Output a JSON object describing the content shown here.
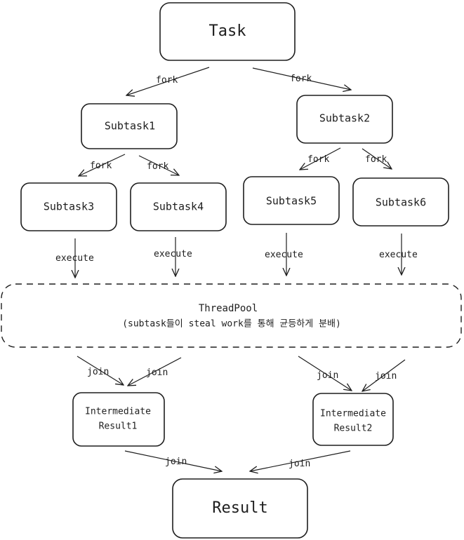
{
  "nodes": {
    "task": "Task",
    "subtask1": "Subtask1",
    "subtask2": "Subtask2",
    "subtask3": "Subtask3",
    "subtask4": "Subtask4",
    "subtask5": "Subtask5",
    "subtask6": "Subtask6",
    "threadpool_title": "ThreadPool",
    "threadpool_desc": "(subtask들이 steal work를 통해 균등하게 분배)",
    "intermediate1_line1": "Intermediate",
    "intermediate1_line2": "Result1",
    "intermediate2_line1": "Intermediate",
    "intermediate2_line2": "Result2",
    "result": "Result"
  },
  "edges": {
    "fork": "fork",
    "execute": "execute",
    "join": "join"
  }
}
